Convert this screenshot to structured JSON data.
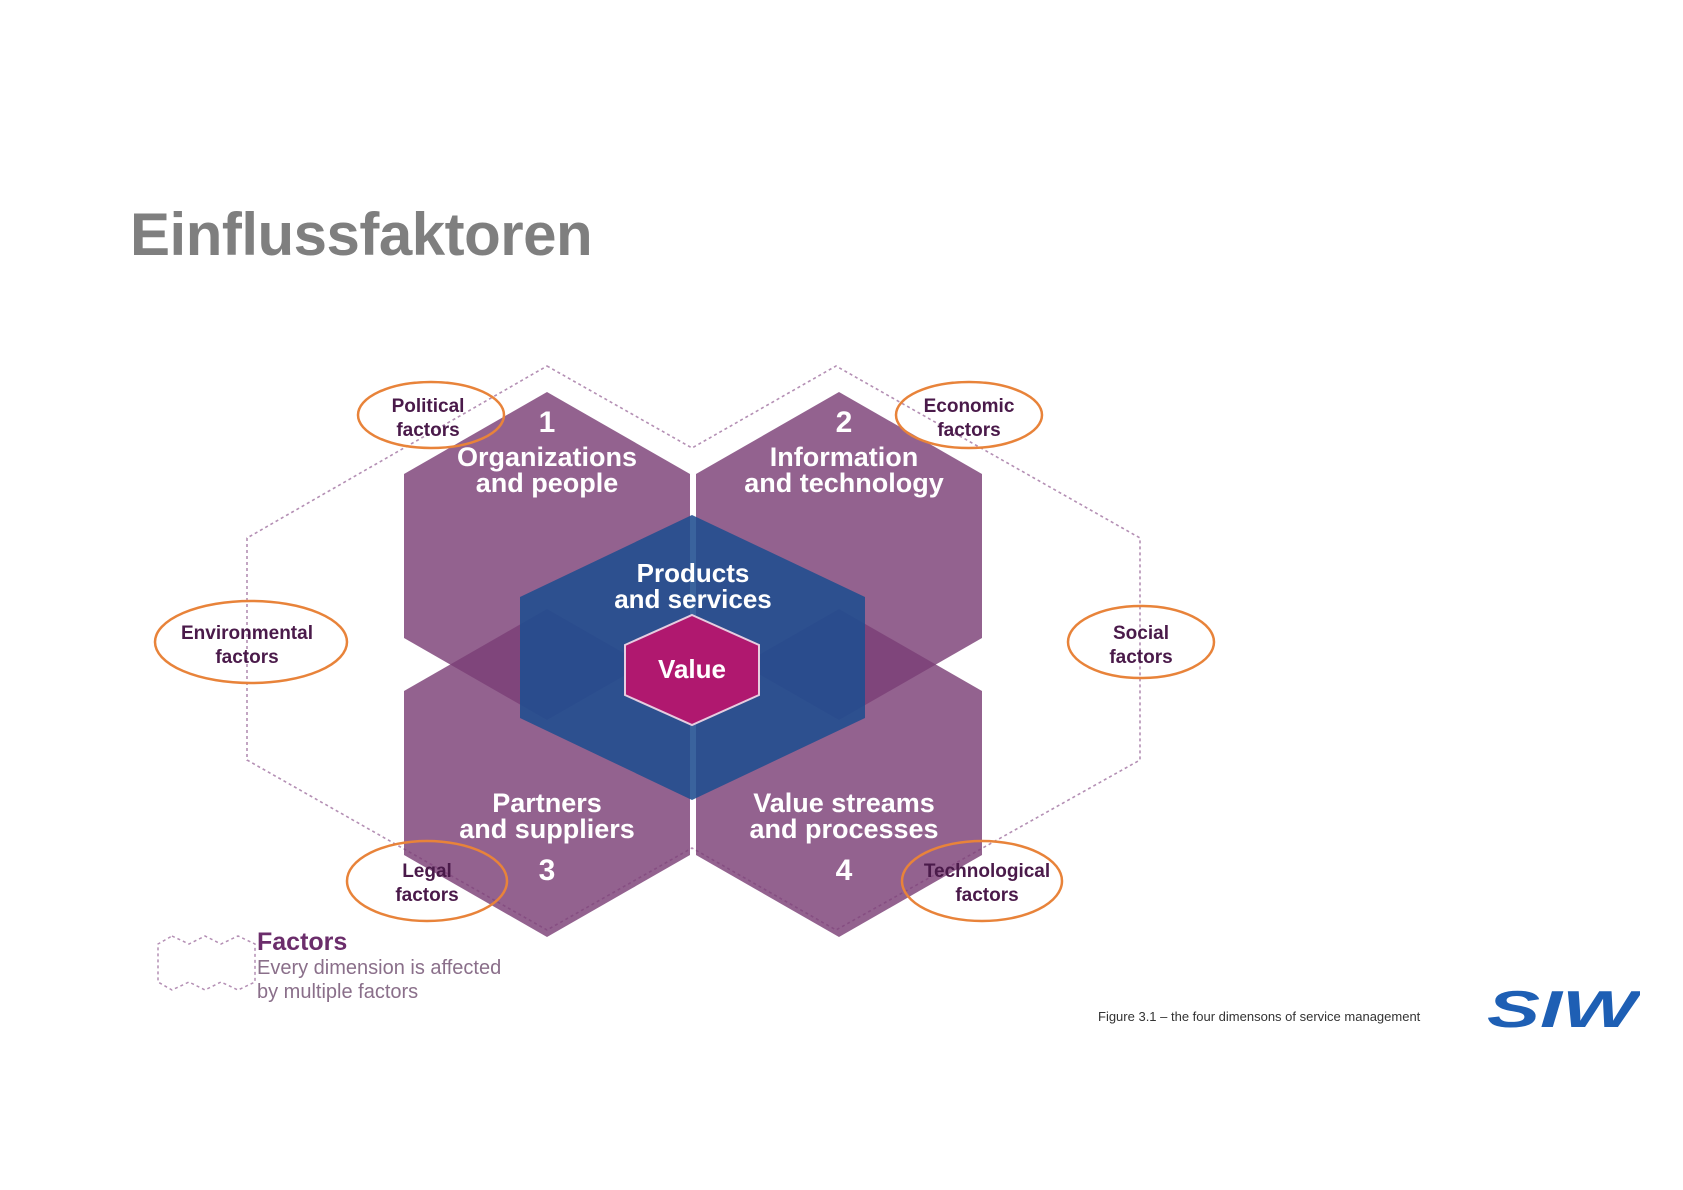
{
  "page_title": "Einflussfaktoren",
  "diagram": {
    "dimensions": [
      {
        "number": "1",
        "line1": "Organizations",
        "line2": "and people"
      },
      {
        "number": "2",
        "line1": "Information",
        "line2": "and technology"
      },
      {
        "number": "3",
        "line1": "Partners",
        "line2": "and suppliers"
      },
      {
        "number": "4",
        "line1": "Value streams",
        "line2": "and processes"
      }
    ],
    "center": {
      "line1": "Products",
      "line2": "and services",
      "value": "Value"
    },
    "factors": {
      "political": {
        "line1": "Political",
        "line2": "factors"
      },
      "economic": {
        "line1": "Economic",
        "line2": "factors"
      },
      "environmental": {
        "line1": "Environmental",
        "line2": "factors"
      },
      "social": {
        "line1": "Social",
        "line2": "factors"
      },
      "legal": {
        "line1": "Legal",
        "line2": "factors"
      },
      "technological": {
        "line1": "Technological",
        "line2": "factors"
      }
    },
    "legend": {
      "title": "Factors",
      "line1": "Every dimension is affected",
      "line2": "by multiple factors"
    }
  },
  "caption": "Figure 3.1 – the four dimensons of service management",
  "logo_text": "SIW",
  "colors": {
    "dimension_purple": "#7b3f76",
    "center_blue": "#1f4d8f",
    "value_magenta": "#b0186f",
    "factor_highlight_orange": "#e8833a",
    "title_gray": "#7f7f7f",
    "logo_blue": "#1e5fb4"
  }
}
